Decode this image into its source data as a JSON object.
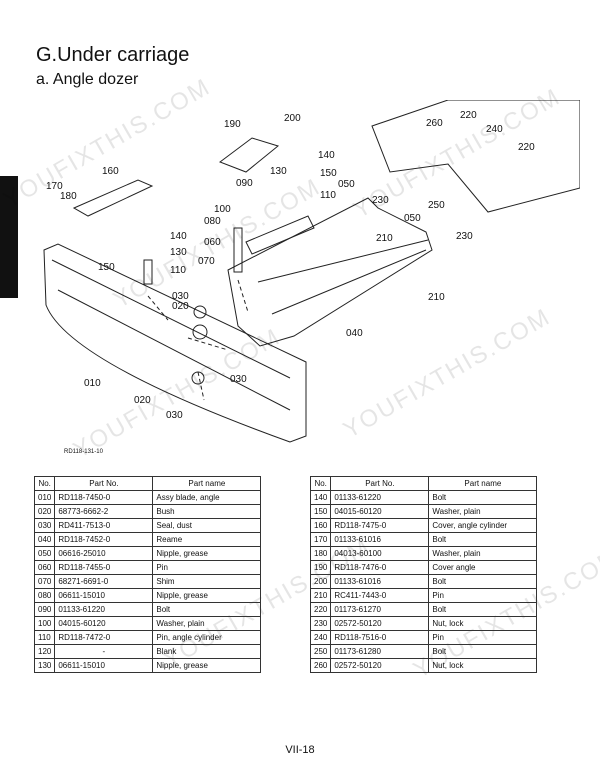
{
  "section_title": "G.Under carriage",
  "subsection_title": "a. Angle dozer",
  "diagram": {
    "reference": "RD118-131-10",
    "callouts": [
      "010",
      "020",
      "020",
      "030",
      "030",
      "030",
      "040",
      "050",
      "050",
      "060",
      "070",
      "080",
      "090",
      "100",
      "110",
      "110",
      "130",
      "130",
      "140",
      "140",
      "150",
      "150",
      "160",
      "170",
      "180",
      "190",
      "200",
      "210",
      "210",
      "220",
      "220",
      "230",
      "230",
      "240",
      "250",
      "260"
    ]
  },
  "watermark": "YOUFIXTHIS.COM",
  "table_headers": {
    "no": "No.",
    "part_no": "Part No.",
    "part_name": "Part name"
  },
  "parts_left": [
    {
      "no": "010",
      "part_no": "RD118-7450-0",
      "name": "Assy blade, angle"
    },
    {
      "no": "020",
      "part_no": "68773-6662-2",
      "name": "Bush"
    },
    {
      "no": "030",
      "part_no": "RD411-7513-0",
      "name": "Seal, dust"
    },
    {
      "no": "040",
      "part_no": "RD118-7452-0",
      "name": "Reame"
    },
    {
      "no": "050",
      "part_no": "06616-25010",
      "name": "Nipple, grease"
    },
    {
      "no": "060",
      "part_no": "RD118-7455-0",
      "name": "Pin"
    },
    {
      "no": "070",
      "part_no": "68271-6691-0",
      "name": "Shim"
    },
    {
      "no": "080",
      "part_no": "06611-15010",
      "name": "Nipple, grease"
    },
    {
      "no": "090",
      "part_no": "01133-61220",
      "name": "Bolt"
    },
    {
      "no": "100",
      "part_no": "04015-60120",
      "name": "Washer, plain"
    },
    {
      "no": "110",
      "part_no": "RD118-7472-0",
      "name": "Pin, angle cylinder"
    },
    {
      "no": "120",
      "part_no": "-",
      "name": "Blank"
    },
    {
      "no": "130",
      "part_no": "06611-15010",
      "name": "Nipple, grease"
    }
  ],
  "parts_right": [
    {
      "no": "140",
      "part_no": "01133-61220",
      "name": "Bolt"
    },
    {
      "no": "150",
      "part_no": "04015-60120",
      "name": "Washer, plain"
    },
    {
      "no": "160",
      "part_no": "RD118-7475-0",
      "name": "Cover, angle cylinder"
    },
    {
      "no": "170",
      "part_no": "01133-61016",
      "name": "Bolt"
    },
    {
      "no": "180",
      "part_no": "04013-60100",
      "name": "Washer, plain"
    },
    {
      "no": "190",
      "part_no": "RD118-7476-0",
      "name": "Cover angle"
    },
    {
      "no": "200",
      "part_no": "01133-61016",
      "name": "Bolt"
    },
    {
      "no": "210",
      "part_no": "RC411-7443-0",
      "name": "Pin"
    },
    {
      "no": "220",
      "part_no": "01173-61270",
      "name": "Bolt"
    },
    {
      "no": "230",
      "part_no": "02572-50120",
      "name": "Nut, lock"
    },
    {
      "no": "240",
      "part_no": "RD118-7516-0",
      "name": "Pin"
    },
    {
      "no": "250",
      "part_no": "01173-61280",
      "name": "Bolt"
    },
    {
      "no": "260",
      "part_no": "02572-50120",
      "name": "Nut, lock"
    }
  ],
  "page_number": "VII-18"
}
